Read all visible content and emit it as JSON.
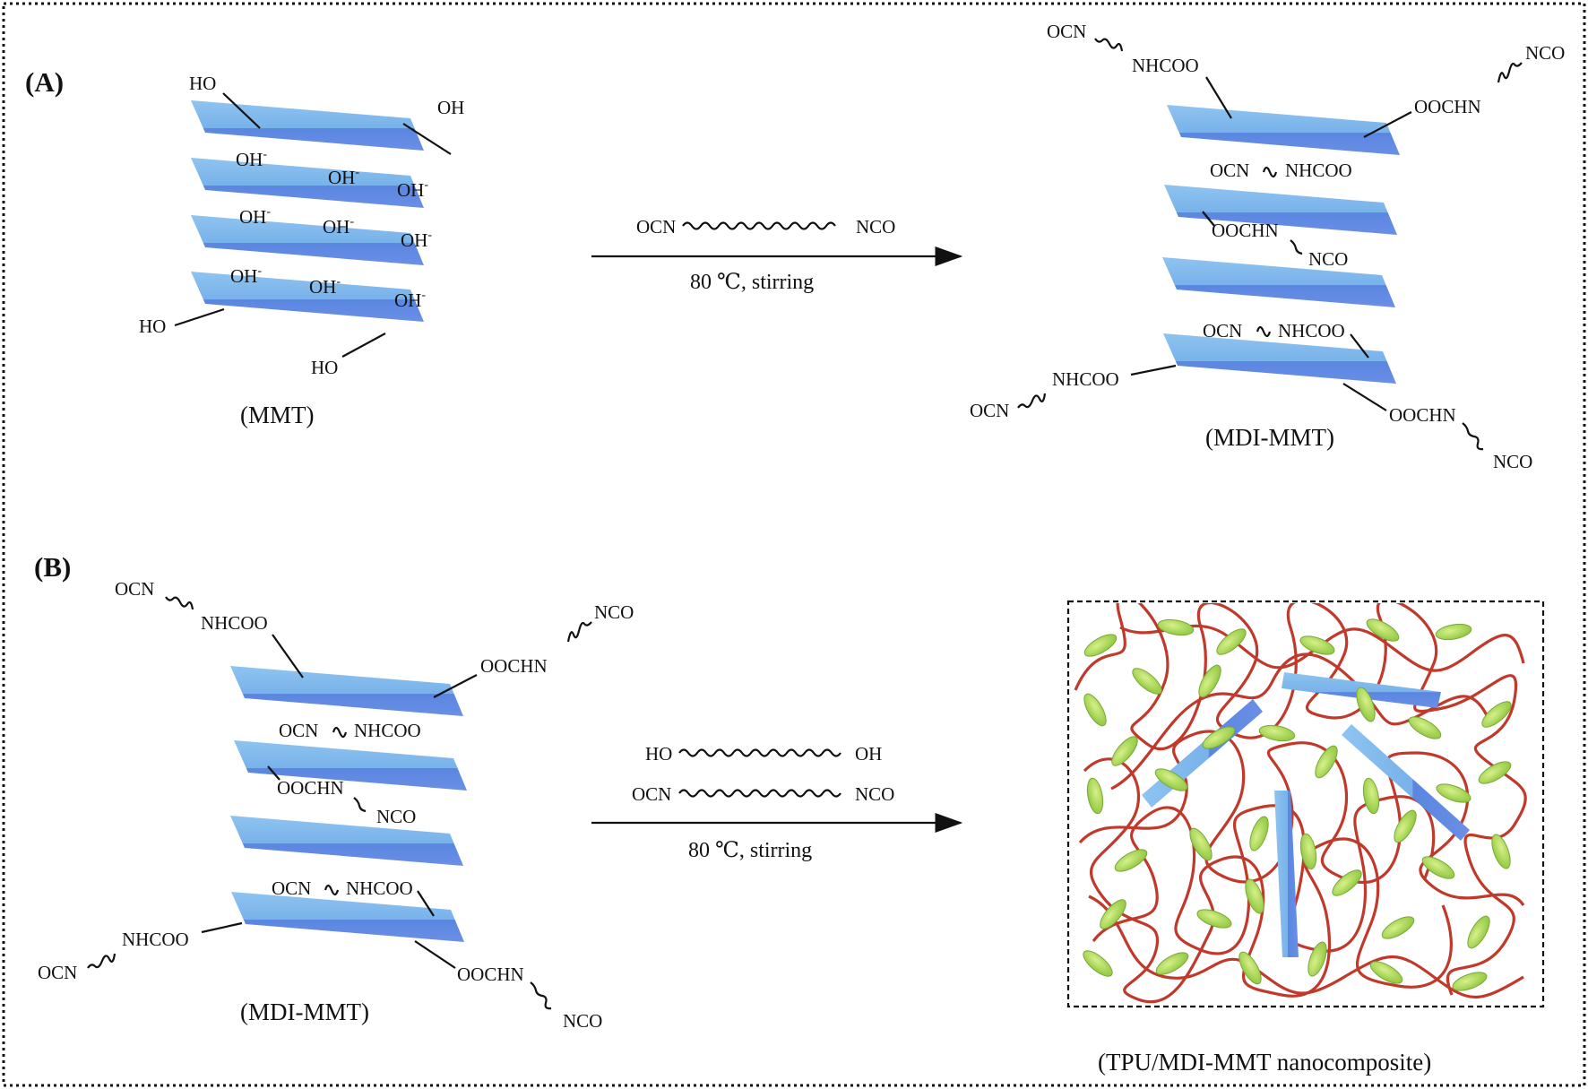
{
  "panels": {
    "a": "(A)",
    "b": "(B)"
  },
  "chem": {
    "ho": "HO",
    "oh": "OH",
    "oh_minus": "OH",
    "minus": "-",
    "ocn": "OCN",
    "nco": "NCO",
    "nhcoo": "NHCOO",
    "oochn": "OOCHN"
  },
  "reaction_a": {
    "reagent": "NCO",
    "reagent_left": "OCN",
    "condition": "80 ℃, stirring"
  },
  "reaction_b": {
    "reagent1_left": "HO",
    "reagent1_right": "OH",
    "reagent2_left": "OCN",
    "reagent2_right": "NCO",
    "condition": "80 ℃, stirring"
  },
  "captions": {
    "mmt": "(MMT)",
    "mdi_mmt_a": "(MDI-MMT)",
    "mdi_mmt_b": "(MDI-MMT)",
    "composite": "(TPU/MDI-MMT nanocomposite)"
  },
  "colors": {
    "clay": "#7fb7ea",
    "clay_dark": "#5a86e0",
    "polymer": "#c0392b",
    "hard_segment": "#a6d94a"
  }
}
